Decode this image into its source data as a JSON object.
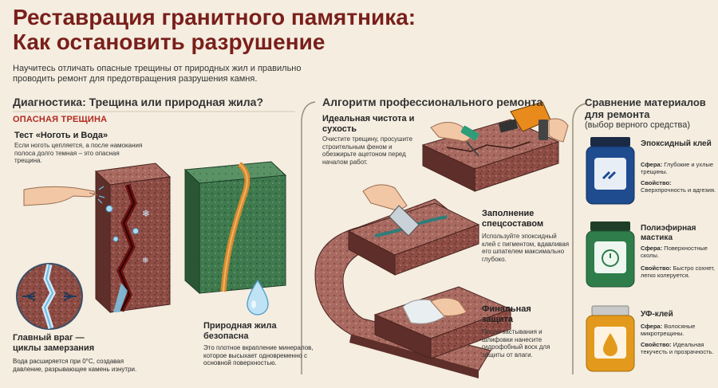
{
  "header": {
    "title_line1": "Реставрация гранитного памятника:",
    "title_line2": "Как остановить разрушение",
    "subtitle": "Научитесь отличать опасные трещины от природных жил и правильно проводить ремонт для предотвращения разрушения камня."
  },
  "diagnostics": {
    "title": "Диагностика: Трещина или природная жила?",
    "danger_label": "ОПАСНАЯ ТРЕЩИНА",
    "test_title": "Тест «Ноготь и Вода»",
    "test_text": "Если ноготь цепляется, а после намокания полоса долго темная – это опасная трещина.",
    "enemy_title": "Главный враг — циклы замерзания",
    "enemy_text": "Вода расширяется при 0°C, создавая давление, разрывающее камень изнутри.",
    "safe_title": "Природная жила безопасна",
    "safe_text": "Это плотное вкрапление минералов, которое высыхает одновременно с основной поверхностью."
  },
  "algorithm": {
    "title": "Алгоритм профессионального ремонта",
    "steps": [
      {
        "title": "Идеальная чистота и сухость",
        "text": "Очистите трещину, просушите строительным феном и обезжирьте ацетоном перед началом работ."
      },
      {
        "title": "Заполнение спецсоставом",
        "text": "Используйте эпоксидный клей с пигментом, вдавливая его шпателем максимально глубоко."
      },
      {
        "title": "Финальная защита",
        "text": "После застывания и шлифовки нанесите гидрофобный воск для защиты от влаги."
      }
    ]
  },
  "comparison": {
    "title": "Сравнение материалов для ремонта",
    "subtitle": "(выбор верного средства)",
    "materials": [
      {
        "name": "Эпоксидный клей",
        "sphere_label": "Сфера:",
        "sphere": "Глубокие и ухлые трещины.",
        "prop_label": "Свойство:",
        "prop": "Сверхпрочность и адгезия.",
        "color": "#1f4b8f",
        "icon": "chain-link-icon"
      },
      {
        "name": "Полиэфирная мастика",
        "sphere_label": "Сфера:",
        "sphere": "Поверхностные сколы.",
        "prop_label": "Свойство:",
        "prop": "Быстро сохнет, легко колеруется.",
        "color": "#2f7d4a",
        "icon": "stopwatch-icon"
      },
      {
        "name": "УФ-клей",
        "sphere_label": "Сфера:",
        "sphere": "Волосяные микротрещины.",
        "prop_label": "Свойство:",
        "prop": "Идеальная текучесть и прозрачность.",
        "color": "#e39a1c",
        "icon": "drop-icon"
      }
    ]
  },
  "colors": {
    "title": "#7a1f1b",
    "danger": "#b22b22",
    "granite_red": "#8c4a42",
    "granite_green": "#3f7a4e",
    "vein": "#d8892f",
    "background": "#f4ede0"
  }
}
